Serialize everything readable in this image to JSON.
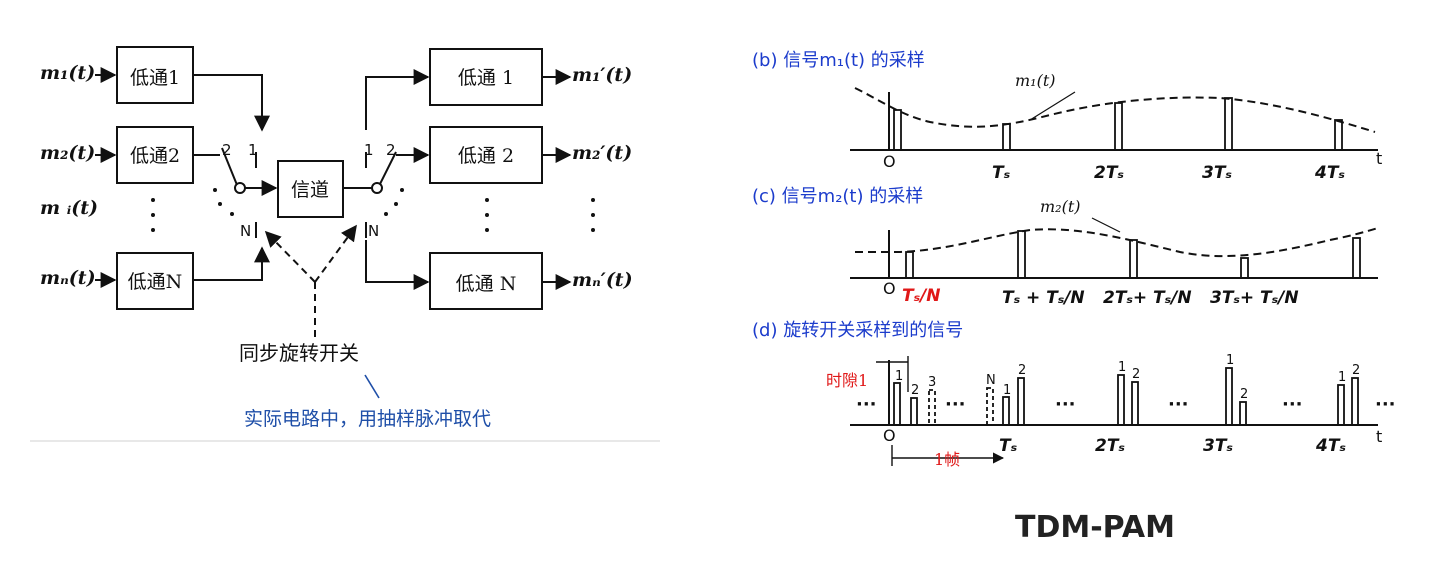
{
  "left": {
    "inputs": [
      "m₁(t)",
      "m₂(t)",
      "m ᵢ(t)",
      "mₙ(t)"
    ],
    "tx_filters": [
      "低通1",
      "低通2",
      "低通N"
    ],
    "channel": "信道",
    "rx_filters": [
      "低通 1",
      "低通 2",
      "低通 N"
    ],
    "outputs": [
      "m₁′(t)",
      "m₂′(t)",
      "mₙ′(t)"
    ],
    "switch_labels": [
      "2",
      "1",
      "N"
    ],
    "sync_label": "同步旋转开关",
    "note": "实际电路中，用抽样脉冲取代"
  },
  "right": {
    "b_title": "(b)  信号m₁(t) 的采样",
    "b_curve": "m₁(t)",
    "c_title": "(c)  信号m₂(t) 的采样",
    "c_curve": "m₂(t)",
    "d_title": "(d)  旋转开关采样到的信号",
    "origin": "O",
    "t_axis": "t",
    "b_ticks": [
      "Tₛ",
      "2Tₛ",
      "3Tₛ",
      "4Tₛ"
    ],
    "c_ticks": [
      "Tₛ/N",
      "Tₛ + Tₛ/N",
      "2Tₛ+ Tₛ/N",
      "3Tₛ+ Tₛ/N"
    ],
    "d_ticks": [
      "Tₛ",
      "2Tₛ",
      "3Tₛ",
      "4Tₛ"
    ],
    "slot_label": "时隙1",
    "frame_label": "1帧",
    "pulse_labels": [
      "1",
      "2",
      "3",
      "N",
      "1",
      "2",
      "1",
      "2",
      "1",
      "2",
      "1",
      "2"
    ],
    "dots": "···"
  },
  "caption": "TDM-PAM"
}
